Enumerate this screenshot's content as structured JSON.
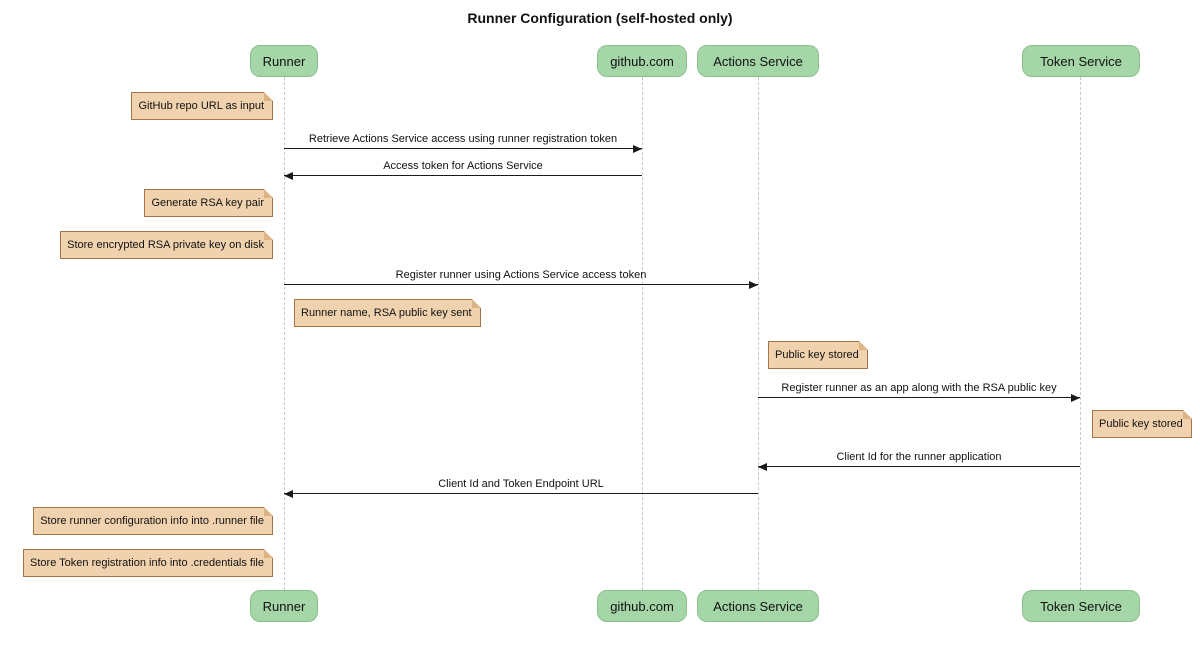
{
  "title": "Runner Configuration (self-hosted only)",
  "diagram_type": "sequence-diagram",
  "colors": {
    "participant_fill": "#a5d6a7",
    "participant_border": "#8cbf8e",
    "note_fill": "#f0d3ae",
    "note_border": "#a5764a",
    "note_fold": "#ddb585",
    "lifeline_color": "#c8c8c8",
    "arrow_color": "#1a1a1a",
    "text_color": "#111111"
  },
  "participants": [
    {
      "label": "Runner"
    },
    {
      "label": "github.com"
    },
    {
      "label": "Actions Service"
    },
    {
      "label": "Token Service"
    }
  ],
  "messages": [
    {
      "from": "Runner",
      "to": "github.com",
      "direction": "right",
      "label": "Retrieve Actions Service access using runner registration token"
    },
    {
      "from": "github.com",
      "to": "Runner",
      "direction": "left",
      "label": "Access token for Actions Service"
    },
    {
      "from": "Runner",
      "to": "Actions Service",
      "direction": "right",
      "label": "Register runner using Actions Service access token"
    },
    {
      "from": "Actions Service",
      "to": "Token Service",
      "direction": "right",
      "label": "Register runner as an app along with the RSA public key"
    },
    {
      "from": "Token Service",
      "to": "Actions Service",
      "direction": "left",
      "label": "Client Id for the runner application"
    },
    {
      "from": "Actions Service",
      "to": "Runner",
      "direction": "left",
      "label": "Client Id and Token Endpoint URL"
    }
  ],
  "notes": [
    {
      "text": "GitHub repo URL as input",
      "placement": "left of Runner"
    },
    {
      "text": "Generate RSA key pair",
      "placement": "left of Runner"
    },
    {
      "text": "Store encrypted RSA private key on disk",
      "placement": "left of Runner"
    },
    {
      "text": "Runner name, RSA public key sent",
      "placement": "right of Runner"
    },
    {
      "text": "Public key stored",
      "placement": "right of Actions Service"
    },
    {
      "text": "Public key stored",
      "placement": "right of Token Service"
    },
    {
      "text": "Store runner configuration info into .runner file",
      "placement": "left of Runner"
    },
    {
      "text": "Store Token registration info into .credentials file",
      "placement": "left of Runner"
    }
  ]
}
